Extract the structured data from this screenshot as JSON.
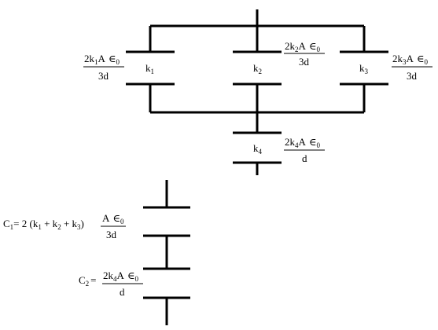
{
  "figure_top": {
    "k1": {
      "label_main": "k",
      "label_sub": "1",
      "num_coef": "2k",
      "num_sub": "1",
      "num_tail": "A",
      "eps_sym": "∈",
      "eps_sub": "0",
      "den": "3d"
    },
    "k2": {
      "label_main": "k",
      "label_sub": "2",
      "num_coef": "2k",
      "num_sub": "2",
      "num_tail": "A",
      "eps_sym": "∈",
      "eps_sub": "0",
      "den": "3d"
    },
    "k3": {
      "label_main": "k",
      "label_sub": "3",
      "num_coef": "2k",
      "num_sub": "3",
      "num_tail": "A",
      "eps_sym": "∈",
      "eps_sub": "0",
      "den": "3d"
    },
    "k4": {
      "label_main": "k",
      "label_sub": "4",
      "num_coef": "2k",
      "num_sub": "4",
      "num_tail": "A",
      "eps_sym": "∈",
      "eps_sub": "0",
      "den": "d"
    }
  },
  "figure_bottom": {
    "c1": {
      "lhs_main": "C",
      "lhs_sub": "1",
      "eq": "= 2 (k",
      "s1": "1",
      "p1": " + k",
      "s2": "2",
      "p2": " + k",
      "s3": "3",
      "close": ")",
      "num_main": "A",
      "eps_sym": "∈",
      "eps_sub": "0",
      "den": "3d"
    },
    "c2": {
      "lhs_main": "C",
      "lhs_sub": "2",
      "eq": "=",
      "num_coef": "2k",
      "num_sub": "4",
      "num_tail": "A",
      "eps_sym": "∈",
      "eps_sub": "0",
      "den": "d"
    }
  }
}
